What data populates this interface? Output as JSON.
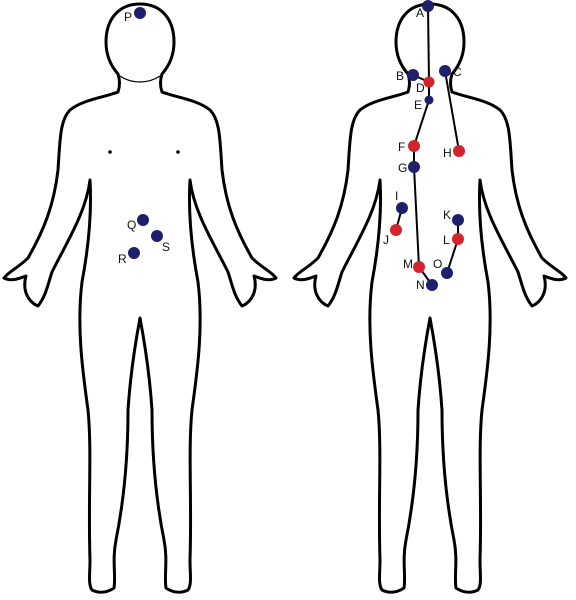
{
  "colors": {
    "navy": "#1f1f6b",
    "red": "#d3232d",
    "outline": "#000000"
  },
  "points": [
    {
      "id": "A",
      "label": "A",
      "color": "navy",
      "view": "back"
    },
    {
      "id": "B",
      "label": "B",
      "color": "navy",
      "view": "back"
    },
    {
      "id": "C",
      "label": "C",
      "color": "navy",
      "view": "back"
    },
    {
      "id": "D",
      "label": "D",
      "color": "red",
      "view": "back"
    },
    {
      "id": "E",
      "label": "E",
      "color": "navy",
      "view": "back"
    },
    {
      "id": "F",
      "label": "F",
      "color": "red",
      "view": "back"
    },
    {
      "id": "G",
      "label": "G",
      "color": "navy",
      "view": "back"
    },
    {
      "id": "H",
      "label": "H",
      "color": "red",
      "view": "back"
    },
    {
      "id": "I",
      "label": "I",
      "color": "navy",
      "view": "back"
    },
    {
      "id": "J",
      "label": "J",
      "color": "red",
      "view": "back"
    },
    {
      "id": "K",
      "label": "K",
      "color": "navy",
      "view": "back"
    },
    {
      "id": "L",
      "label": "L",
      "color": "red",
      "view": "back"
    },
    {
      "id": "M",
      "label": "M",
      "color": "red",
      "view": "back"
    },
    {
      "id": "N",
      "label": "N",
      "color": "navy",
      "view": "back"
    },
    {
      "id": "O",
      "label": "O",
      "color": "navy",
      "view": "back"
    },
    {
      "id": "P",
      "label": "P",
      "color": "navy",
      "view": "front"
    },
    {
      "id": "Q",
      "label": "Q",
      "color": "navy",
      "view": "front"
    },
    {
      "id": "R",
      "label": "R",
      "color": "navy",
      "view": "front"
    },
    {
      "id": "S",
      "label": "S",
      "color": "navy",
      "view": "front"
    }
  ],
  "connections": [
    [
      "A",
      "D"
    ],
    [
      "D",
      "E"
    ],
    [
      "E",
      "F"
    ],
    [
      "F",
      "G"
    ],
    [
      "G",
      "M"
    ],
    [
      "M",
      "N"
    ],
    [
      "B",
      "D"
    ],
    [
      "C",
      "H"
    ],
    [
      "I",
      "J"
    ],
    [
      "K",
      "L"
    ],
    [
      "L",
      "O"
    ]
  ]
}
